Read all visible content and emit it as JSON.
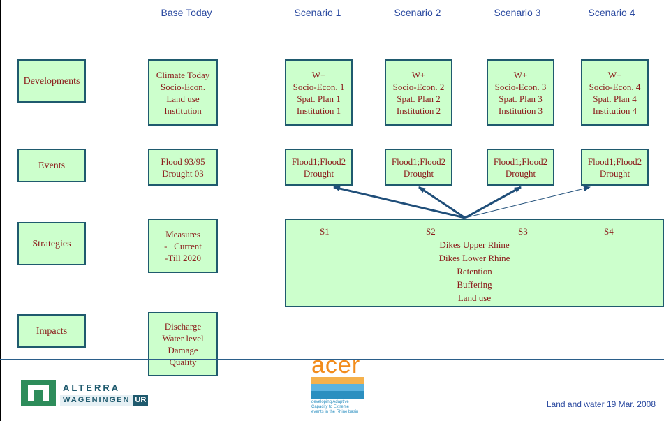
{
  "headers": {
    "base_today": "Base Today",
    "scenario_1": "Scenario 1",
    "scenario_2": "Scenario 2",
    "scenario_3": "Scenario 3",
    "scenario_4": "Scenario 4"
  },
  "rows": {
    "developments": "Developments",
    "events": "Events",
    "strategies": "Strategies",
    "impacts": "Impacts"
  },
  "base": {
    "developments": [
      "Climate Today",
      "Socio-Econ.",
      "Land use",
      "Institution"
    ],
    "events": [
      "Flood 93/95",
      "Drought 03"
    ],
    "strategies": [
      "Measures",
      "-   Current",
      "-Till 2020"
    ],
    "impacts": [
      "Discharge",
      "Water level",
      "Damage",
      "Quality"
    ]
  },
  "scenarios": [
    {
      "developments": [
        "W+",
        "Socio-Econ. 1",
        "Spat. Plan 1",
        "Institution 1"
      ],
      "events": [
        "Flood1;Flood2",
        "Drought"
      ]
    },
    {
      "developments": [
        "W+",
        "Socio-Econ. 2",
        "Spat. Plan 2",
        "Institution 2"
      ],
      "events": [
        "Flood1;Flood2",
        "Drought"
      ]
    },
    {
      "developments": [
        "W+",
        "Socio-Econ. 3",
        "Spat. Plan 3",
        "Institution 3"
      ],
      "events": [
        "Flood1;Flood2",
        "Drought"
      ]
    },
    {
      "developments": [
        "W+",
        "Socio-Econ. 4",
        "Spat. Plan 4",
        "Institution 4"
      ],
      "events": [
        "Flood1;Flood2",
        "Drought"
      ]
    }
  ],
  "strategies_panel": {
    "labels": [
      "S1",
      "S2",
      "S3",
      "S4"
    ],
    "items": [
      "Dikes Upper Rhine",
      "Dikes Lower Rhine",
      "Retention",
      "Buffering",
      "Land use"
    ]
  },
  "footer": {
    "date": "Land and water 19 Mar. 2008",
    "alterra_name": "ALTERRA",
    "alterra_sub": "WAGENINGEN",
    "alterra_ur": "UR",
    "acer_word": "acer",
    "acer_tagline": "developing Adaptive Capacity to Extreme events in the Rhine basin"
  },
  "colors": {
    "box_fill": "#ccffcc",
    "box_border": "#1f5a6e",
    "box_text": "#8b1a1a",
    "header_text": "#2b4aa0",
    "arrow": "#1f4e79",
    "acer_orange": "#f28c1c"
  }
}
